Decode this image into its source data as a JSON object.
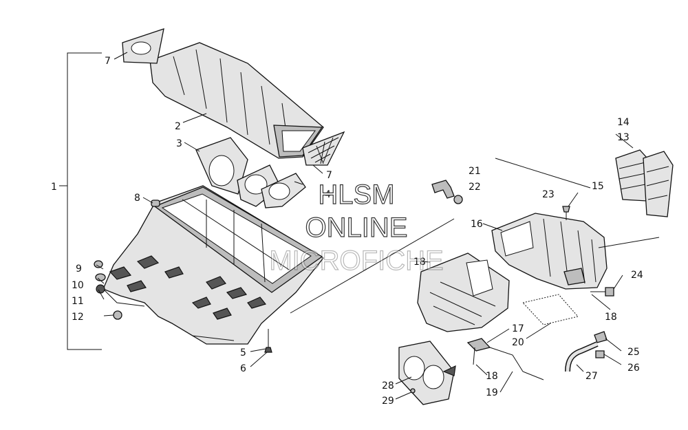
{
  "callouts": [
    "1",
    "2",
    "3",
    "4",
    "5",
    "6",
    "7",
    "7",
    "8",
    "9",
    "10",
    "11",
    "12",
    "13",
    "14",
    "15",
    "16",
    "17",
    "18",
    "18",
    "18",
    "19",
    "20",
    "21",
    "22",
    "23",
    "24",
    "25",
    "26",
    "27",
    "28",
    "29"
  ],
  "watermark": {
    "line1": "HLSM",
    "line2": "ONLINE",
    "line3": "MICROFICHE"
  }
}
